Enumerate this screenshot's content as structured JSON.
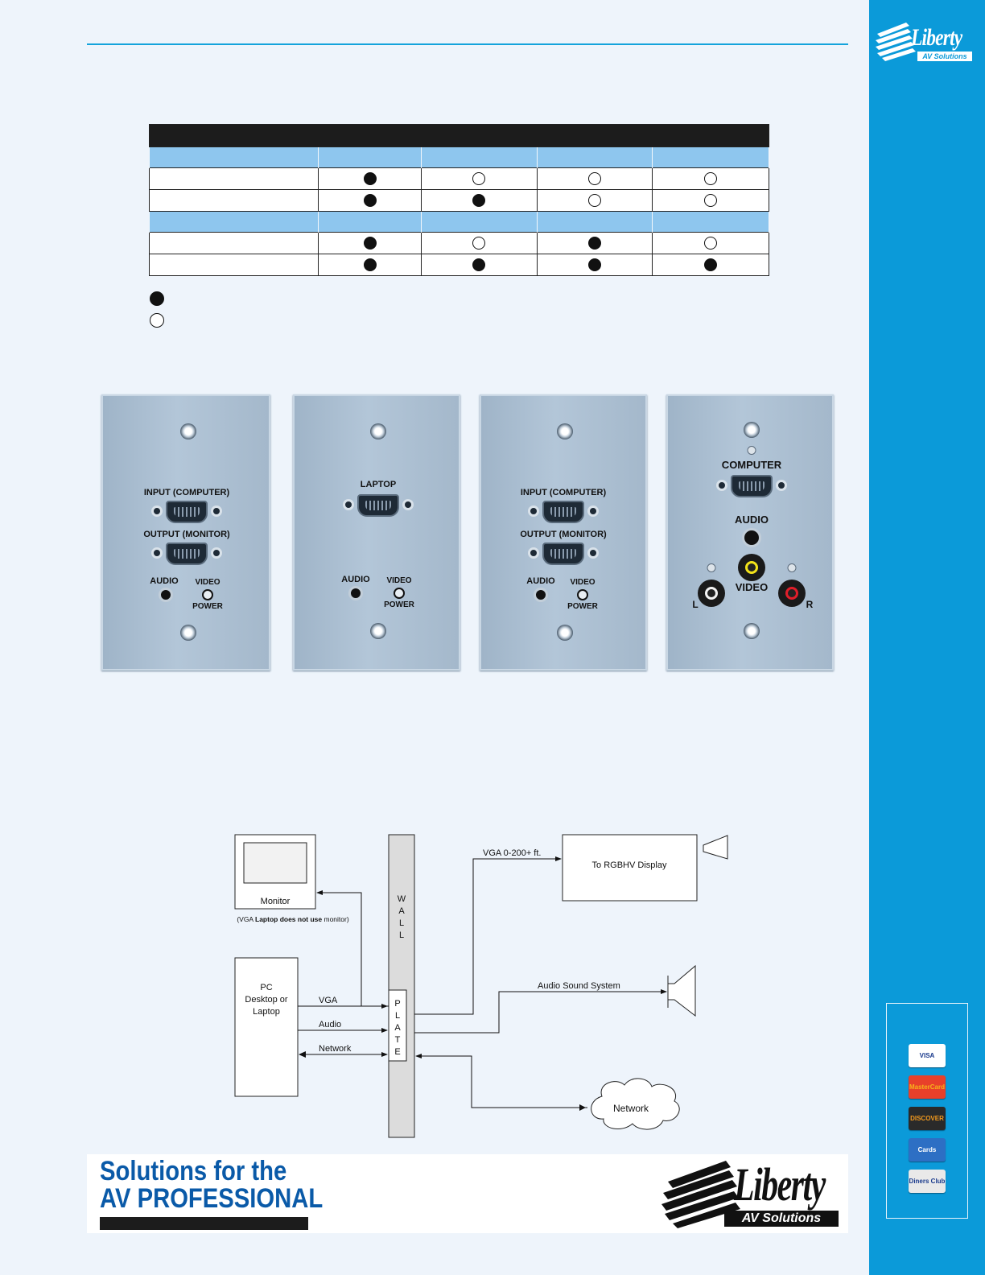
{
  "brand": {
    "sidebar_logo_word": "Liberty",
    "sidebar_logo_sub": "AV Solutions",
    "footer_logo_word": "Liberty",
    "footer_logo_sub": "AV Solutions",
    "accent_color": "#0b9ad9",
    "tagline_line1": "Solutions for the",
    "tagline_line2": "AV PROFESSIONAL",
    "tagline_color": "#0a5aa8"
  },
  "table": {
    "rows": [
      {
        "type": "title"
      },
      {
        "type": "group"
      },
      {
        "type": "row",
        "cells": [
          "filled",
          "open",
          "open",
          "open"
        ]
      },
      {
        "type": "row",
        "cells": [
          "filled",
          "filled",
          "open",
          "open"
        ]
      },
      {
        "type": "group"
      },
      {
        "type": "row",
        "cells": [
          "filled",
          "open",
          "filled",
          "open"
        ]
      },
      {
        "type": "row",
        "cells": [
          "filled",
          "filled",
          "filled",
          "filled"
        ]
      }
    ],
    "legend": [
      "filled",
      "open"
    ]
  },
  "plates": {
    "p1": {
      "input_label": "INPUT (COMPUTER)",
      "output_label": "OUTPUT (MONITOR)",
      "audio_label": "AUDIO",
      "video_label": "VIDEO",
      "power_label": "POWER"
    },
    "p2": {
      "laptop_label": "LAPTOP",
      "audio_label": "AUDIO",
      "video_label": "VIDEO",
      "power_label": "POWER"
    },
    "p3": {
      "input_label": "INPUT (COMPUTER)",
      "output_label": "OUTPUT (MONITOR)",
      "audio_label": "AUDIO",
      "video_label": "VIDEO",
      "power_label": "POWER"
    },
    "p4": {
      "computer_label": "COMPUTER",
      "audio_label": "AUDIO",
      "video_label": "VIDEO",
      "left_label": "L",
      "right_label": "R"
    }
  },
  "diagram": {
    "monitor_label": "Monitor",
    "monitor_note_prefix": "(VGA ",
    "monitor_note_bold": "Laptop does not use",
    "monitor_note_suffix": " monitor)",
    "wall_letters": [
      "W",
      "A",
      "L",
      "L"
    ],
    "plate_letters": [
      "P",
      "L",
      "A",
      "T",
      "E"
    ],
    "pc_lines": [
      "PC",
      "Desktop or",
      "Laptop"
    ],
    "vga_label": "VGA",
    "audio_label": "Audio",
    "network_label": "Network",
    "vga_run_label": "VGA 0-200+ ft.",
    "display_label": "To RGBHV Display",
    "sound_label": "Audio Sound System",
    "cloud_label": "Network"
  },
  "payment_cards": [
    {
      "name": "visa",
      "text": "VISA",
      "bg": "#ffffff",
      "fg": "#1a3a8c"
    },
    {
      "name": "mastercard",
      "text": "MasterCard",
      "bg": "#e8402a",
      "fg": "#f6b21b"
    },
    {
      "name": "discover",
      "text": "DISCOVER",
      "bg": "#2a2a2a",
      "fg": "#f39a1e"
    },
    {
      "name": "american-express",
      "text": "Cards",
      "bg": "#2d6fc4",
      "fg": "#ffffff"
    },
    {
      "name": "diners-club",
      "text": "Diners Club",
      "bg": "#e9e9e9",
      "fg": "#1a3a8c"
    }
  ]
}
